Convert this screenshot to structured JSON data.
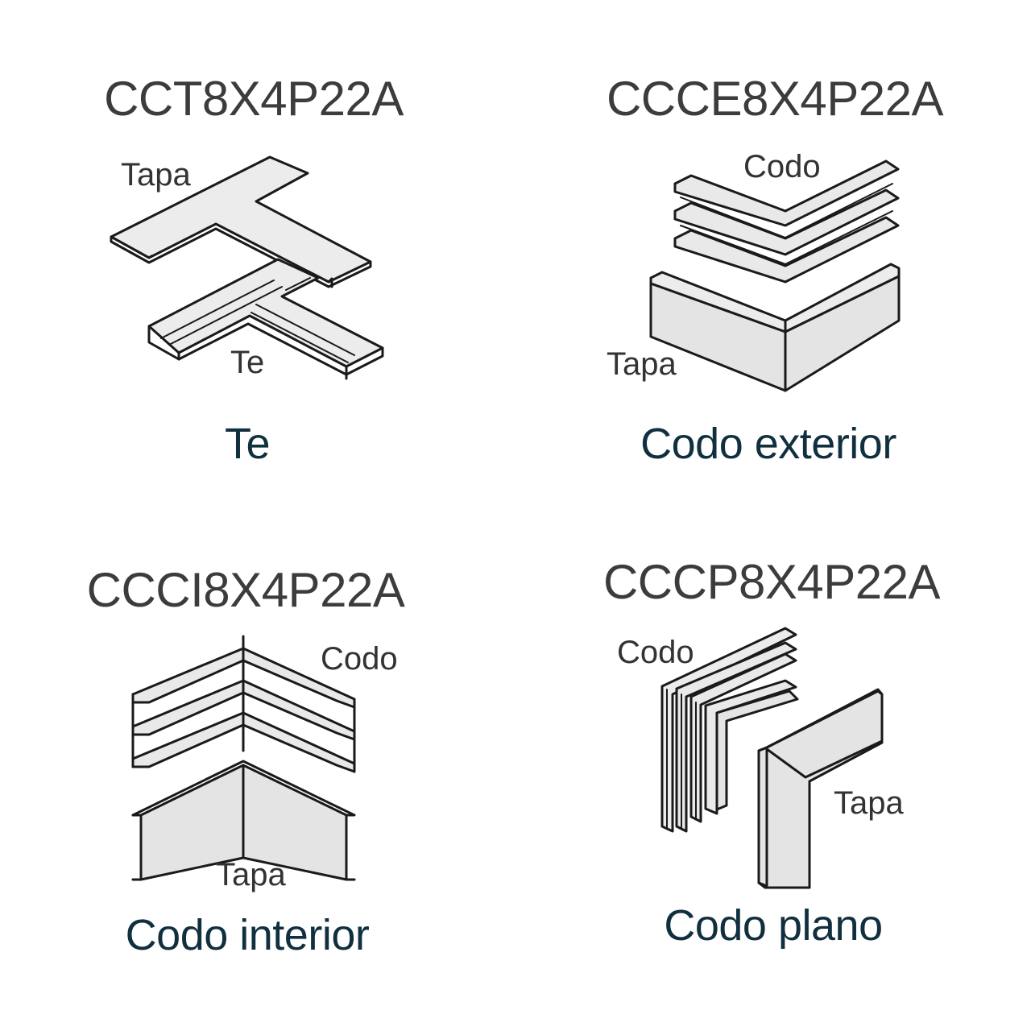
{
  "panels": [
    {
      "code": "CCT8X4P22A",
      "name": "Te",
      "labels": [
        "Tapa",
        "Te"
      ]
    },
    {
      "code": "CCCE8X4P22A",
      "name": "Codo exterior",
      "labels": [
        "Codo",
        "Tapa"
      ]
    },
    {
      "code": "CCCI8X4P22A",
      "name": "Codo interior",
      "labels": [
        "Codo",
        "Tapa"
      ]
    },
    {
      "code": "CCCP8X4P22A",
      "name": "Codo plano",
      "labels": [
        "Codo",
        "Tapa"
      ]
    }
  ],
  "colors": {
    "code_text": "#3c3c3c",
    "name_text": "#10303f",
    "line": "#1a1a1a",
    "surface": "#ececec"
  }
}
